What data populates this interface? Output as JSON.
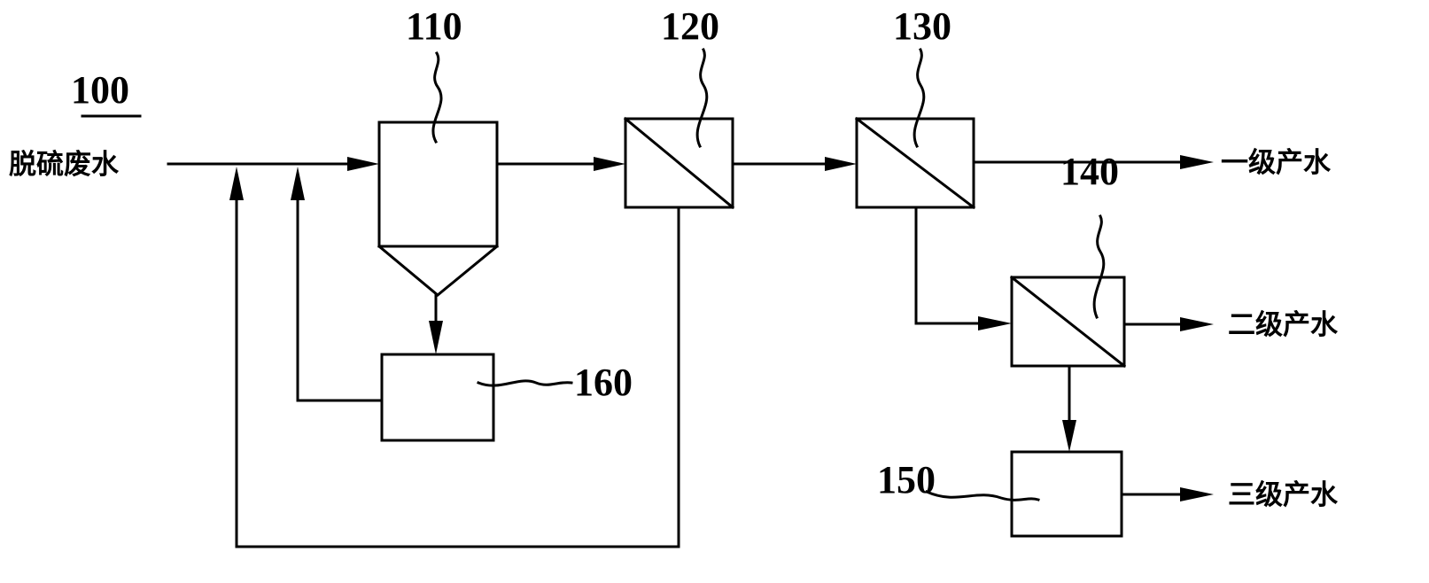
{
  "diagram": {
    "system_ref": "100",
    "input_label": "脱硫废水",
    "units": {
      "u110": "110",
      "u120": "120",
      "u130": "130",
      "u140": "140",
      "u150": "150",
      "u160": "160"
    },
    "outputs": {
      "first": "一级产水",
      "second": "二级产水",
      "third": "三级产水"
    }
  }
}
